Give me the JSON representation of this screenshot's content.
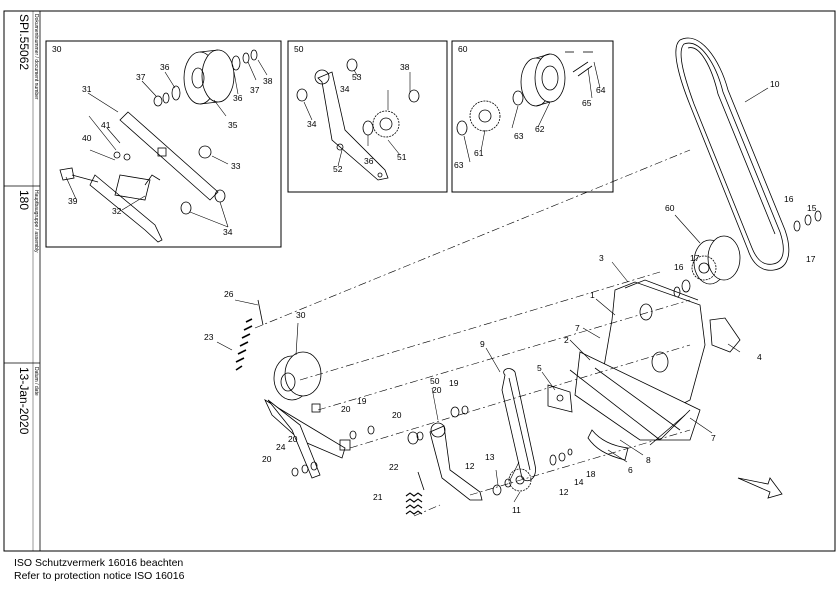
{
  "sidebar": {
    "doc_label": "Dokumentnummer / document number",
    "doc_number": "SPI.55062",
    "group_label": "Hauptbaugruppe / assembly",
    "group_number": "180",
    "date_label": "Datum / date",
    "date_value": "13-Jan-2020"
  },
  "insets": [
    {
      "id": "30",
      "callouts": [
        "31",
        "32",
        "33",
        "34",
        "35",
        "36",
        "37",
        "38",
        "39",
        "40",
        "41"
      ]
    },
    {
      "id": "50",
      "callouts": [
        "34",
        "36",
        "38",
        "51",
        "52",
        "53"
      ]
    },
    {
      "id": "60",
      "callouts": [
        "61",
        "62",
        "63",
        "64",
        "65"
      ]
    }
  ],
  "main_callouts": [
    "1",
    "2",
    "3",
    "4",
    "5",
    "6",
    "7",
    "8",
    "9",
    "10",
    "11",
    "12",
    "13",
    "14",
    "15",
    "16",
    "17",
    "18",
    "19",
    "20",
    "21",
    "22",
    "23",
    "24",
    "26",
    "30",
    "50",
    "60"
  ],
  "footer": {
    "line1": "ISO Schutzvermerk 16016 beachten",
    "line2": "Refer to protection notice ISO 16016"
  }
}
